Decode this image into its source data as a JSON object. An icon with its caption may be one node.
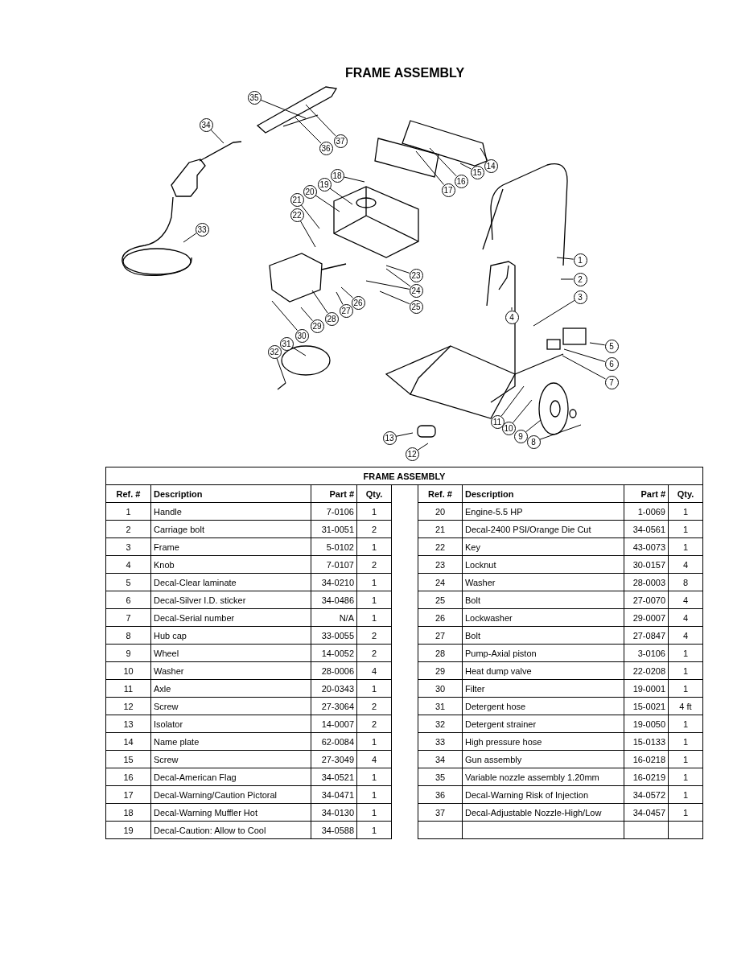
{
  "diagram": {
    "title": "FRAME ASSEMBLY",
    "nodes": [
      {
        "text": [
          "1"
        ]
      },
      {
        "text": [
          "2"
        ]
      },
      {
        "text": [
          "3"
        ]
      },
      {
        "text": [
          "4"
        ]
      },
      {
        "text": [
          "5"
        ]
      },
      {
        "text": [
          "6"
        ]
      },
      {
        "text": [
          "7"
        ]
      },
      {
        "text": [
          "8"
        ]
      },
      {
        "text": [
          "9"
        ]
      },
      {
        "text": [
          "10"
        ]
      },
      {
        "text": [
          "11"
        ]
      },
      {
        "text": [
          "12"
        ]
      },
      {
        "text": [
          "13"
        ]
      },
      {
        "text": [
          "14"
        ]
      },
      {
        "text": [
          "15"
        ]
      },
      {
        "text": [
          "16"
        ]
      },
      {
        "text": [
          "17"
        ]
      },
      {
        "text": [
          "18"
        ]
      },
      {
        "text": [
          "19"
        ]
      },
      {
        "text": [
          "20"
        ]
      },
      {
        "text": [
          "21"
        ]
      },
      {
        "text": [
          "22"
        ]
      },
      {
        "text": [
          "23"
        ]
      },
      {
        "text": [
          "24"
        ]
      },
      {
        "text": [
          "25"
        ]
      },
      {
        "text": [
          "26"
        ]
      },
      {
        "text": [
          "27"
        ]
      },
      {
        "text": [
          "28"
        ]
      },
      {
        "text": [
          "29"
        ]
      },
      {
        "text": [
          "30"
        ]
      },
      {
        "text": [
          "31"
        ]
      },
      {
        "text": [
          "32"
        ]
      },
      {
        "text": [
          "33"
        ]
      },
      {
        "text": [
          "34"
        ]
      },
      {
        "text": [
          "35"
        ]
      },
      {
        "text": [
          "36"
        ]
      },
      {
        "text": [
          "37"
        ]
      }
    ],
    "edges": [
      {
        "from": 0,
        "to": null,
        "arrow": "none"
      },
      {
        "from": 1,
        "to": null,
        "arrow": "none"
      },
      {
        "from": 2,
        "to": null,
        "arrow": "none"
      },
      {
        "from": 3,
        "to": null,
        "arrow": "none"
      },
      {
        "from": 4,
        "to": null,
        "arrow": "none"
      },
      {
        "from": 5,
        "to": null,
        "arrow": "none"
      },
      {
        "from": 6,
        "to": null,
        "arrow": "none"
      },
      {
        "from": 7,
        "to": null,
        "arrow": "none"
      },
      {
        "from": 8,
        "to": null,
        "arrow": "none"
      },
      {
        "from": 9,
        "to": null,
        "arrow": "none"
      },
      {
        "from": 10,
        "to": null,
        "arrow": "none"
      },
      {
        "from": 11,
        "to": null,
        "arrow": "none"
      },
      {
        "from": 12,
        "to": null,
        "arrow": "none"
      },
      {
        "from": 13,
        "to": null,
        "arrow": "none"
      },
      {
        "from": 14,
        "to": null,
        "arrow": "none"
      },
      {
        "from": 15,
        "to": null,
        "arrow": "none"
      },
      {
        "from": 16,
        "to": null,
        "arrow": "none"
      },
      {
        "from": 17,
        "to": null,
        "arrow": "none"
      },
      {
        "from": 18,
        "to": null,
        "arrow": "none"
      },
      {
        "from": 19,
        "to": null,
        "arrow": "none"
      },
      {
        "from": 20,
        "to": null,
        "arrow": "none"
      },
      {
        "from": 21,
        "to": null,
        "arrow": "none"
      },
      {
        "from": 22,
        "to": null,
        "arrow": "none"
      },
      {
        "from": 23,
        "to": null,
        "arrow": "none"
      },
      {
        "from": 23,
        "to": null,
        "arrow": "none"
      },
      {
        "from": 24,
        "to": null,
        "arrow": "none"
      },
      {
        "from": 25,
        "to": null,
        "arrow": "none"
      },
      {
        "from": 26,
        "to": null,
        "arrow": "none"
      },
      {
        "from": 27,
        "to": null,
        "arrow": "none"
      },
      {
        "from": 28,
        "to": null,
        "arrow": "none"
      },
      {
        "from": 29,
        "to": null,
        "arrow": "none"
      },
      {
        "from": 30,
        "to": null,
        "arrow": "none"
      },
      {
        "from": 31,
        "to": null,
        "arrow": "none"
      },
      {
        "from": 32,
        "to": null,
        "arrow": "none"
      },
      {
        "from": 33,
        "to": null,
        "arrow": "none"
      },
      {
        "from": 34,
        "to": null,
        "arrow": "none"
      },
      {
        "from": 35,
        "to": null,
        "arrow": "none"
      },
      {
        "from": 36,
        "to": null,
        "arrow": "none"
      }
    ],
    "labels": [
      "FRAME ASSEMBLY",
      "Ref. #",
      "Description",
      "Part #",
      "Qty.",
      "Ref. #",
      "Description",
      "Part #",
      "Qty.",
      "1",
      "Handle",
      "7-0106",
      "1",
      "20",
      "Engine-5.5 HP",
      "1-0069",
      "1",
      "2",
      "Carriage  bolt",
      "31-0051",
      "2",
      "21",
      "Decal-2400 PSI/Orange Die Cut",
      "34-0561",
      "1",
      "3",
      "Frame",
      "5-0102",
      "1",
      "22",
      "Key",
      "43-0073",
      "1",
      "4",
      "Knob",
      "7-0107",
      "2",
      "23",
      "Locknut",
      "30-0157",
      "4",
      "5",
      "Decal-Clear  laminate",
      "34-0210",
      "1",
      "24",
      "Washer",
      "28-0003",
      "8",
      "6",
      "Decal-Silver I.D. sticker",
      "34-0486",
      "1",
      "25",
      "Bolt",
      "27-0070",
      "4",
      "7",
      "Decal-Serial  number",
      "N/A",
      "1",
      "26",
      "Lockwasher",
      "29-0007",
      "4",
      "8",
      "Hub cap",
      "33-0055",
      "2",
      "27",
      "Bolt",
      "27-0847",
      "4",
      "9",
      "Wheel",
      "14-0052",
      "2",
      "28",
      "Pump-Axial piston",
      "3-0106",
      "1",
      "10",
      "Washer",
      "28-0006",
      "4",
      "29",
      "Heat dump valve",
      "22-0208",
      "1",
      "11",
      "Axle",
      "20-0343",
      "1",
      "30",
      "Filter",
      "19-0001",
      "1",
      "12",
      "Screw",
      "27-3064",
      "2",
      "31",
      "Detergent  hose",
      "15-0021",
      "4 ft",
      "13",
      "Isolator",
      "14-0007",
      "2",
      "32",
      "Detergent  strainer",
      "19-0050",
      "1",
      "14",
      "Name plate",
      "62-0084",
      "1",
      "33",
      "High pressure hose",
      "15-0133",
      "1",
      "15",
      "Screw",
      "27-3049",
      "4",
      "34",
      "Gun assembly",
      "16-0218",
      "1",
      "16",
      "Decal-American  Flag",
      "34-0521",
      "1",
      "35",
      "Variable nozzle assembly  1.20mm",
      "16-0219",
      "1",
      "17",
      "Decal-Warning/Caution  Pictoral",
      "34-0471",
      "1",
      "36",
      "Decal-Warning Risk of Injection",
      "34-0572",
      "1",
      "18",
      "Decal-Warning Muffler  Hot",
      "34-0130",
      "1",
      "37",
      "Decal-Adjustable  Nozzle-High/Low",
      "34-0457",
      "1",
      "19",
      "Decal-Caution:  Allow to Cool",
      "34-0588",
      "1"
    ]
  }
}
